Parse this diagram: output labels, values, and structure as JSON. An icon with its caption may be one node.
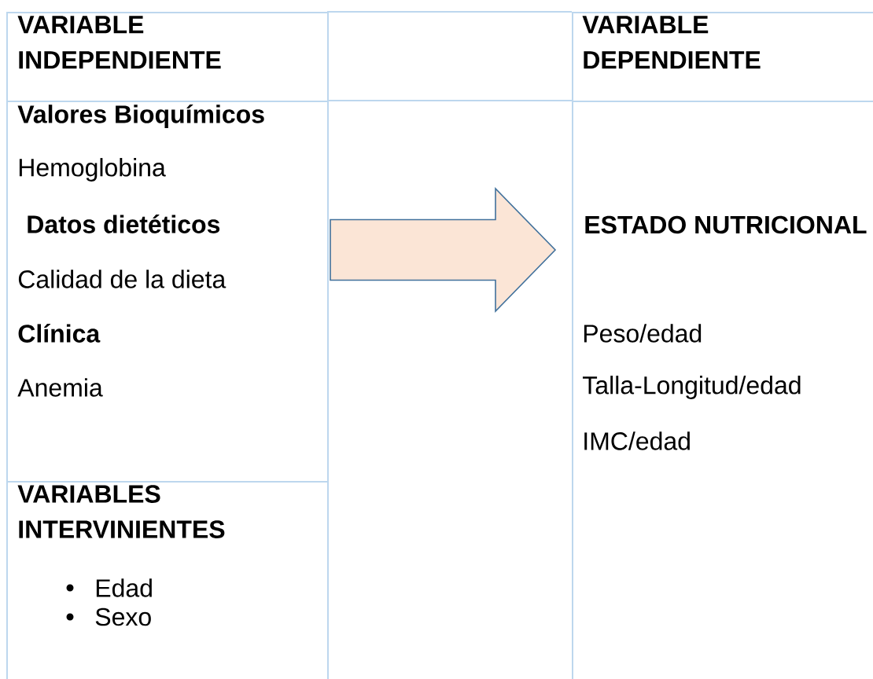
{
  "diagram": {
    "nodes": [
      {
        "text": [
          "VARIABLE INDEPENDIENTE"
        ]
      },
      {
        "text": [
          "Valores Bioquímicos",
          "Hemoglobina",
          "Datos dietéticos",
          "Calidad de la dieta",
          "Clínica",
          "Anemia"
        ]
      },
      {
        "text": [
          "VARIABLES INTERVINIENTES",
          "Edad",
          "Sexo"
        ]
      },
      {
        "text": [
          "VARIABLE DEPENDIENTE"
        ]
      },
      {
        "text": [
          "ESTADO NUTRICIONAL",
          "Peso/edad",
          "Talla-Longitud/edad",
          "IMC/edad"
        ]
      }
    ],
    "edges": [
      {
        "from": 1,
        "to": 4,
        "arrow": "to"
      }
    ]
  }
}
